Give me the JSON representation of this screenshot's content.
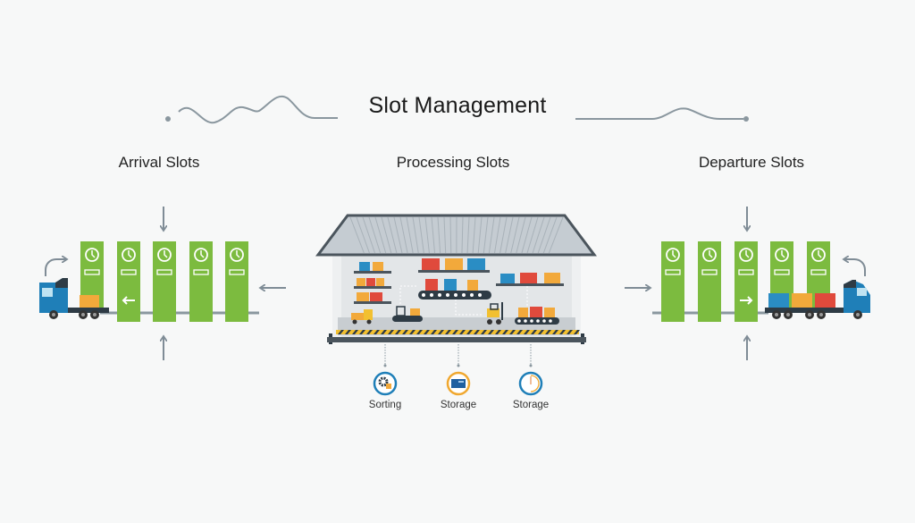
{
  "title": "Slot Management",
  "sections": {
    "arrival": {
      "label": "Arrival Slots",
      "slot_count": 5
    },
    "processing": {
      "label": "Processing Slots"
    },
    "departure": {
      "label": "Departure Slots",
      "slot_count": 5
    }
  },
  "processing_icons": [
    {
      "label": "Sorting",
      "icon": "gear-icon",
      "ring_color": "#1f7fb8"
    },
    {
      "label": "Storage",
      "icon": "storage-box-icon",
      "ring_color": "#f0a830"
    },
    {
      "label": "Storage",
      "icon": "clock-icon",
      "ring_color": "#1f7fb8"
    }
  ],
  "colors": {
    "slot_green": "#7cbb3f",
    "arrow_gray": "#7f8c96",
    "truck_blue": "#1f7fb8",
    "box_orange": "#f2a93b",
    "container_red": "#e04a3c",
    "container_blue": "#2a8dc4"
  }
}
